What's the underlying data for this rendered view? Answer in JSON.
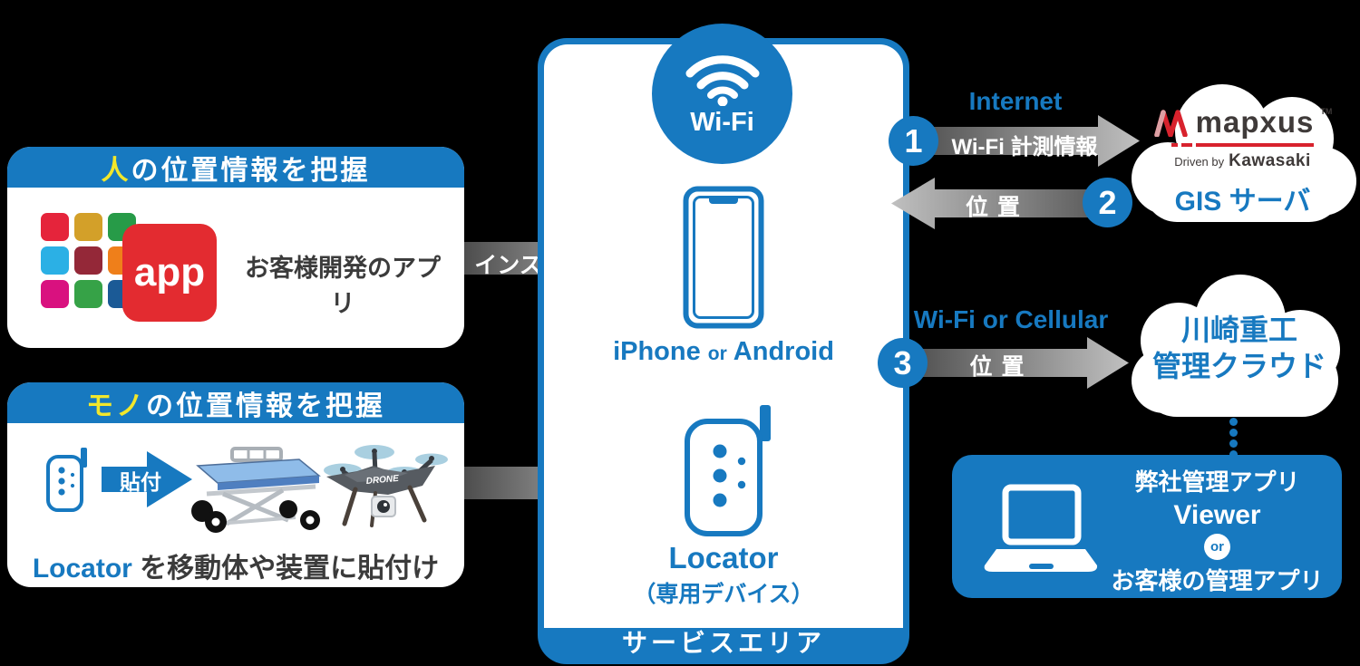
{
  "colors": {
    "primary_blue": "#1779c0",
    "accent_yellow": "#f2e72b",
    "app_red": "#e32b30",
    "mapxus_red": "#d8222d",
    "text_dark": "#3b3b3b",
    "arrow_gray_dark": "#4d4d4d",
    "arrow_gray_light": "#c0c0c0"
  },
  "app_grid": [
    "#e5243b",
    "#d3a029",
    "#279b48",
    "#2bb0e5",
    "#942838",
    "#ef7f1a",
    "#d9117f",
    "#36a247",
    "#1b5a96"
  ],
  "box_people": {
    "title_highlight": "人",
    "title_rest": "の位置情報を把握",
    "app_label": "app",
    "caption": "お客様開発のアプリ"
  },
  "box_things": {
    "title_highlight": "モノ",
    "title_rest": "の位置情報を把握",
    "attach_label": "貼付",
    "drone_label": "DRONE",
    "caption_highlight": "Locator",
    "caption_rest": " を移動体や装置に貼付け"
  },
  "install_arrow": {
    "label": "インストール"
  },
  "service_area": {
    "wifi_label": "Wi-Fi",
    "phone_name_1": "iPhone",
    "phone_or": "or",
    "phone_name_2": "Android",
    "locator_label": "Locator",
    "locator_sub": "（専用デバイス）",
    "area_label": "サービスエリア"
  },
  "flow1": {
    "badge": "1",
    "title": "Internet",
    "arrow_label": "Wi-Fi 計測情報"
  },
  "flow2": {
    "badge": "2",
    "arrow_label": "位置"
  },
  "flow3": {
    "badge": "3",
    "title": "Wi-Fi or Cellular",
    "arrow_label": "位置"
  },
  "gis_cloud": {
    "logo_text": "mapxus",
    "logo_tm": "TM",
    "driven_by": "Driven by",
    "brand": "Kawasaki",
    "label": "GIS サーバ"
  },
  "kawasaki_cloud": {
    "line1": "川崎重工",
    "line2": "管理クラウド"
  },
  "viewer_box": {
    "line1": "弊社管理アプリ",
    "line2": "Viewer",
    "or_label": "or",
    "line3": "お客様の管理アプリ"
  }
}
